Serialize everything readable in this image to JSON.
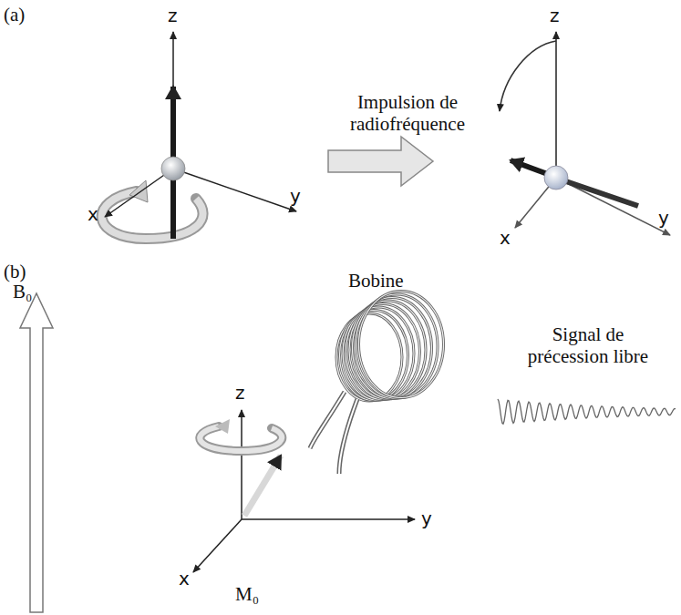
{
  "diagram": {
    "labels": [
      "(a)",
      "z",
      "x",
      "y",
      "Impulsion de radiofréquence",
      "z",
      "x",
      "y",
      "(b)",
      "B₀",
      "z",
      "y",
      "x",
      "M₀",
      "Bobine",
      "Signal de précession libre"
    ]
  }
}
